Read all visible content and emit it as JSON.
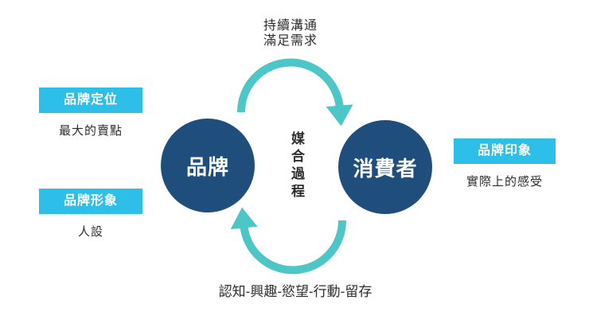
{
  "colors": {
    "circle-blue": "#1F4E7D",
    "label-cyan": "#2EBFE9",
    "arc-teal": "#4DC6C8",
    "text-dark": "#2D2D2D",
    "bg-white": "#FFFFFF"
  },
  "diagram": {
    "top_annotation": {
      "line1": "持續溝通",
      "line2": "滿足需求"
    },
    "center_label": "媒合過程",
    "bottom_annotation": "認知-興趣-慾望-行動-留存",
    "nodes": {
      "brand": {
        "label": "品牌"
      },
      "consumer": {
        "label": "消費者"
      }
    },
    "callouts": [
      {
        "title": "品牌定位",
        "description": "最大的賣點"
      },
      {
        "title": "品牌形象",
        "description": "人設"
      },
      {
        "title": "品牌印象",
        "description": "實際上的感受"
      }
    ]
  }
}
